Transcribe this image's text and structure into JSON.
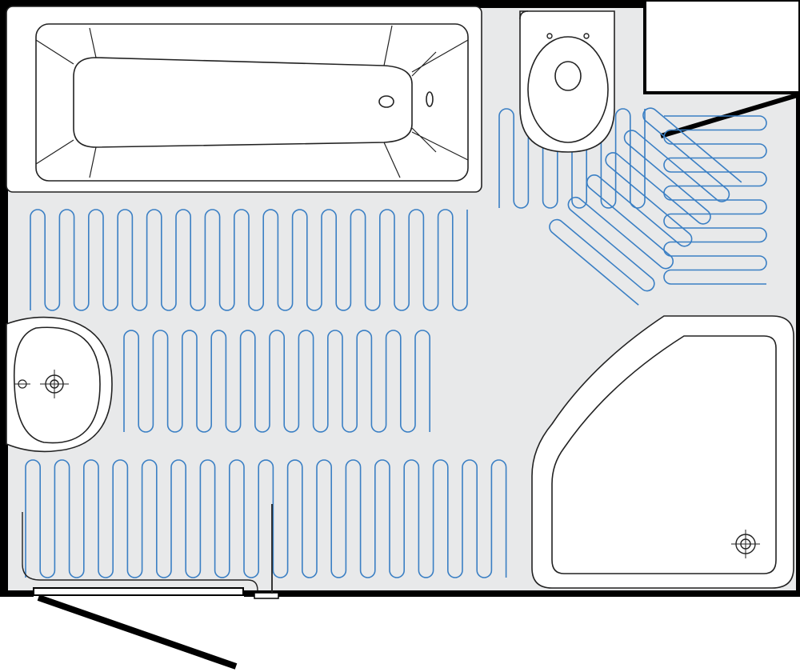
{
  "diagram": {
    "type": "bathroom-floor-plan-underfloor-heating",
    "fixtures": [
      "bathtub",
      "toilet",
      "washbasin",
      "corner-shower",
      "door"
    ],
    "colors": {
      "floor": "#e8e9ea",
      "wall": "#000000",
      "cable": "#3a7fc4",
      "fixture": "#ffffff"
    }
  }
}
